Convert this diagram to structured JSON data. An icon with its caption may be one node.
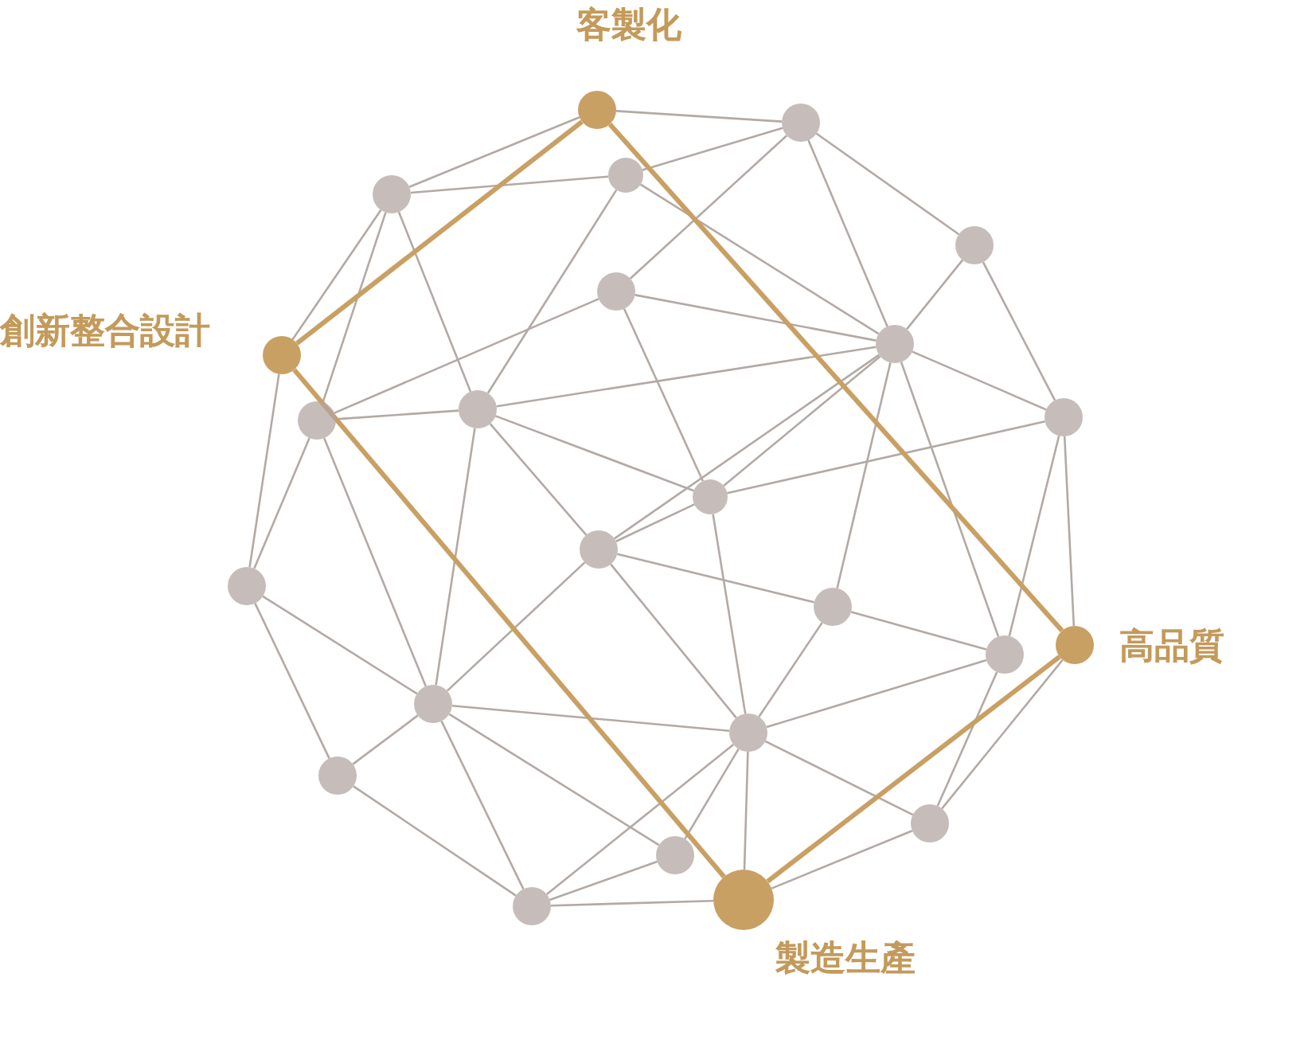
{
  "diagram": {
    "nodes": [
      {
        "text": [],
        "shape": "circle",
        "beside": [
          "客製化"
        ]
      },
      {
        "text": [],
        "shape": "circle"
      },
      {
        "text": [],
        "shape": "circle"
      },
      {
        "text": [],
        "shape": "circle"
      },
      {
        "text": [],
        "shape": "circle"
      },
      {
        "text": [],
        "shape": "circle"
      },
      {
        "text": [],
        "shape": "circle"
      },
      {
        "text": [],
        "shape": "circle",
        "beside": [
          "創新整合設計"
        ]
      },
      {
        "text": [],
        "shape": "circle"
      },
      {
        "text": [],
        "shape": "circle"
      },
      {
        "text": [],
        "shape": "circle"
      },
      {
        "text": [],
        "shape": "circle"
      },
      {
        "text": [],
        "shape": "circle"
      },
      {
        "text": [],
        "shape": "circle"
      },
      {
        "text": [],
        "shape": "circle"
      },
      {
        "text": [],
        "shape": "circle",
        "beside": [
          "高品質"
        ]
      },
      {
        "text": [],
        "shape": "circle"
      },
      {
        "text": [],
        "shape": "circle"
      },
      {
        "text": [],
        "shape": "circle"
      },
      {
        "text": [],
        "shape": "circle"
      },
      {
        "text": [],
        "shape": "circle"
      },
      {
        "text": [],
        "shape": "circle"
      },
      {
        "text": [],
        "shape": "circle",
        "beside": [
          "製造生產"
        ]
      },
      {
        "text": [],
        "shape": "circle"
      }
    ],
    "edges": [
      {
        "from": 0,
        "to": 1,
        "arrow": "none"
      },
      {
        "from": 3,
        "to": 0,
        "arrow": "none"
      },
      {
        "from": 3,
        "to": 2,
        "arrow": "none"
      },
      {
        "from": 3,
        "to": 10,
        "arrow": "none"
      },
      {
        "from": 3,
        "to": 7,
        "arrow": "none"
      },
      {
        "from": 3,
        "to": 8,
        "arrow": "none"
      },
      {
        "from": 7,
        "to": 13,
        "arrow": "none"
      },
      {
        "from": 10,
        "to": 13,
        "arrow": "none"
      },
      {
        "from": 10,
        "to": 8,
        "arrow": "none"
      },
      {
        "from": 10,
        "to": 5,
        "arrow": "none"
      },
      {
        "from": 10,
        "to": 17,
        "arrow": "none"
      },
      {
        "from": 2,
        "to": 8,
        "arrow": "none"
      },
      {
        "from": 2,
        "to": 6,
        "arrow": "none"
      },
      {
        "from": 5,
        "to": 1,
        "arrow": "none"
      },
      {
        "from": 5,
        "to": 6,
        "arrow": "none"
      },
      {
        "from": 5,
        "to": 11,
        "arrow": "none"
      },
      {
        "from": 8,
        "to": 6,
        "arrow": "none"
      },
      {
        "from": 8,
        "to": 11,
        "arrow": "none"
      },
      {
        "from": 8,
        "to": 12,
        "arrow": "none"
      },
      {
        "from": 8,
        "to": 17,
        "arrow": "none"
      },
      {
        "from": 11,
        "to": 12,
        "arrow": "none"
      },
      {
        "from": 11,
        "to": 18,
        "arrow": "none"
      },
      {
        "from": 11,
        "to": 6,
        "arrow": "none"
      },
      {
        "from": 11,
        "to": 9,
        "arrow": "none"
      },
      {
        "from": 1,
        "to": 6,
        "arrow": "none"
      },
      {
        "from": 1,
        "to": 4,
        "arrow": "none"
      },
      {
        "from": 4,
        "to": 6,
        "arrow": "none"
      },
      {
        "from": 4,
        "to": 9,
        "arrow": "none"
      },
      {
        "from": 6,
        "to": 9,
        "arrow": "none"
      },
      {
        "from": 6,
        "to": 12,
        "arrow": "none"
      },
      {
        "from": 6,
        "to": 14,
        "arrow": "none"
      },
      {
        "from": 6,
        "to": 16,
        "arrow": "none"
      },
      {
        "from": 9,
        "to": 16,
        "arrow": "none"
      },
      {
        "from": 9,
        "to": 15,
        "arrow": "none"
      },
      {
        "from": 13,
        "to": 17,
        "arrow": "none"
      },
      {
        "from": 13,
        "to": 19,
        "arrow": "none"
      },
      {
        "from": 19,
        "to": 17,
        "arrow": "none"
      },
      {
        "from": 19,
        "to": 23,
        "arrow": "none"
      },
      {
        "from": 17,
        "to": 12,
        "arrow": "none"
      },
      {
        "from": 17,
        "to": 18,
        "arrow": "none"
      },
      {
        "from": 17,
        "to": 21,
        "arrow": "none"
      },
      {
        "from": 17,
        "to": 23,
        "arrow": "none"
      },
      {
        "from": 12,
        "to": 18,
        "arrow": "none"
      },
      {
        "from": 12,
        "to": 14,
        "arrow": "none"
      },
      {
        "from": 18,
        "to": 23,
        "arrow": "none"
      },
      {
        "from": 23,
        "to": 21,
        "arrow": "none"
      },
      {
        "from": 23,
        "to": 22,
        "arrow": "none"
      },
      {
        "from": 21,
        "to": 18,
        "arrow": "none"
      },
      {
        "from": 18,
        "to": 22,
        "arrow": "none"
      },
      {
        "from": 14,
        "to": 18,
        "arrow": "none"
      },
      {
        "from": 14,
        "to": 16,
        "arrow": "none"
      },
      {
        "from": 18,
        "to": 16,
        "arrow": "none"
      },
      {
        "from": 18,
        "to": 20,
        "arrow": "none"
      },
      {
        "from": 20,
        "to": 16,
        "arrow": "none"
      },
      {
        "from": 20,
        "to": 15,
        "arrow": "none"
      },
      {
        "from": 20,
        "to": 22,
        "arrow": "none"
      },
      {
        "from": 2,
        "to": 1,
        "arrow": "none"
      },
      {
        "from": 0,
        "to": 7,
        "arrow": "none",
        "style": "thick",
        "color": "#c9a063"
      },
      {
        "from": 0,
        "to": 15,
        "arrow": "none",
        "style": "thick",
        "color": "#c9a063"
      },
      {
        "from": 7,
        "to": 22,
        "arrow": "none",
        "style": "thick",
        "color": "#c9a063"
      },
      {
        "from": 15,
        "to": 22,
        "arrow": "none",
        "style": "thick",
        "color": "#c9a063"
      }
    ]
  }
}
